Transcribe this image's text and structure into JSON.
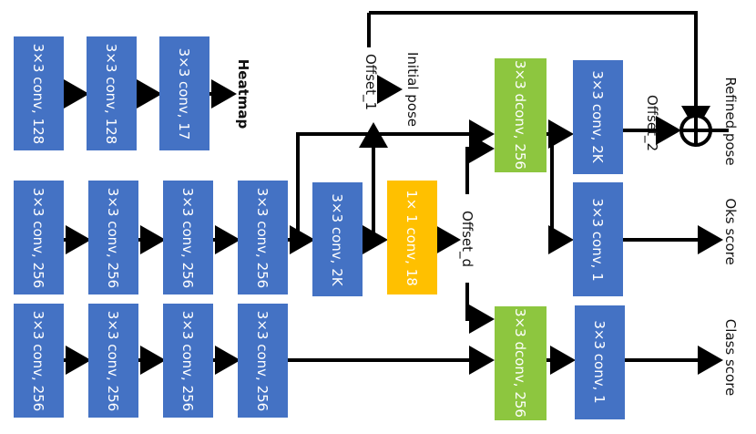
{
  "colors": {
    "conv": "#4472c4",
    "dconv": "#8dc63f",
    "conv1x1": "#ffc000",
    "line": "#000000"
  },
  "heatmap_branch": {
    "blocks": [
      "3×3 conv, 128",
      "3×3 conv, 128",
      "3×3 conv, 17"
    ],
    "output": "Heatmap"
  },
  "pose_branch": {
    "blocks": [
      "3×3 conv, 256",
      "3×3 conv, 256",
      "3×3 conv, 256",
      "3×3 conv, 256",
      "3×3 conv, 2K"
    ],
    "offset_conv": "1× 1 conv, 18",
    "dconv": "3×3 dconv, 256",
    "refine_conv": "3×3 conv, 2K",
    "oks_conv": "3×3 conv, 1"
  },
  "class_branch": {
    "blocks": [
      "3×3 conv, 256",
      "3×3 conv, 256",
      "3×3 conv, 256",
      "3×3 conv, 256"
    ],
    "dconv": "3×3 dconv, 256",
    "cls_conv": "3×3 conv, 1"
  },
  "labels": {
    "offset_1": "Offset_1",
    "initial_pose": "Initial pose",
    "offset_d": "Offset_d",
    "offset_2": "Offset_2",
    "refined_pose": "Refined pose",
    "oks_score": "Oks score",
    "class_score": "Class score",
    "plus_symbol": "⊕"
  }
}
